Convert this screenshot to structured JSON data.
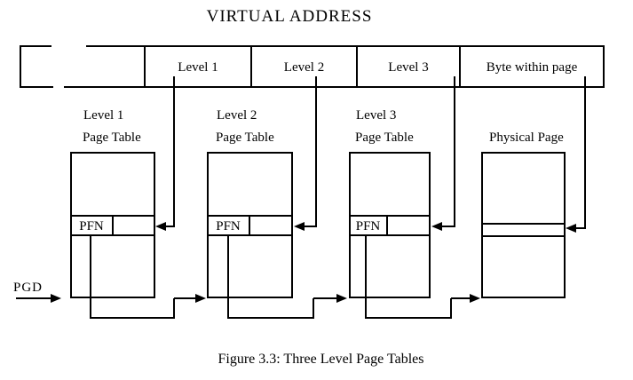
{
  "figure": {
    "title": "VIRTUAL ADDRESS",
    "caption": "Figure 3.3: Three Level Page Tables",
    "pgd_label": "PGD"
  },
  "virtual_address_bar": {
    "fields": [
      {
        "label": "Level 1"
      },
      {
        "label": "Level 2"
      },
      {
        "label": "Level 3"
      },
      {
        "label": "Byte within page"
      }
    ]
  },
  "page_tables": [
    {
      "name_line1": "Level 1",
      "name_line2": "Page Table",
      "entry_label": "PFN"
    },
    {
      "name_line1": "Level 2",
      "name_line2": "Page Table",
      "entry_label": "PFN"
    },
    {
      "name_line1": "Level 3",
      "name_line2": "Page Table",
      "entry_label": "PFN"
    }
  ],
  "physical_page": {
    "label": "Physical Page"
  },
  "colors": {
    "line": "#000000",
    "text": "#000000",
    "background": "#ffffff"
  }
}
